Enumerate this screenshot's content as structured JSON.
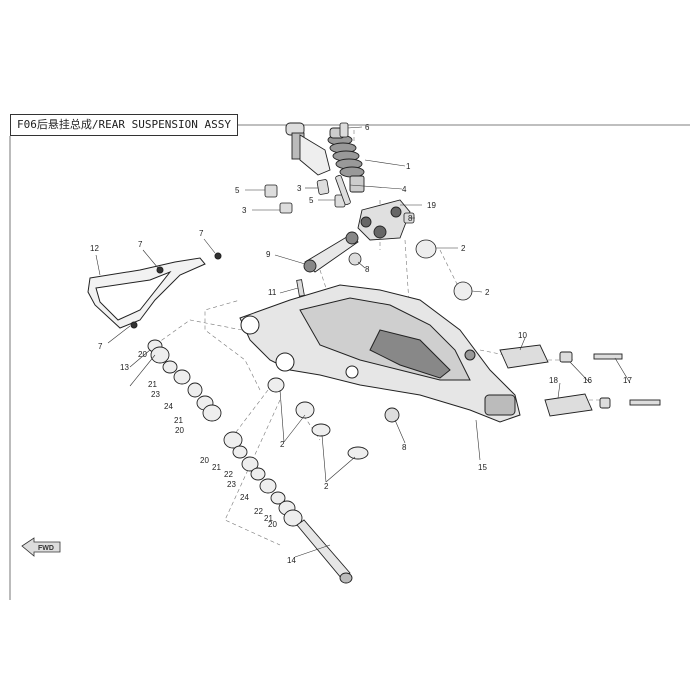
{
  "title": "F06后悬挂总成/REAR SUSPENSION  ASSY",
  "fwd_label": "FWD",
  "callouts": [
    {
      "id": "c1",
      "label": "1"
    },
    {
      "id": "c2a",
      "label": "2"
    },
    {
      "id": "c2b",
      "label": "2"
    },
    {
      "id": "c2c",
      "label": "2"
    },
    {
      "id": "c2d",
      "label": "2"
    },
    {
      "id": "c3a",
      "label": "3"
    },
    {
      "id": "c3b",
      "label": "3"
    },
    {
      "id": "c4",
      "label": "4"
    },
    {
      "id": "c5a",
      "label": "5"
    },
    {
      "id": "c5b",
      "label": "5"
    },
    {
      "id": "c6",
      "label": "6"
    },
    {
      "id": "c7a",
      "label": "7"
    },
    {
      "id": "c7b",
      "label": "7"
    },
    {
      "id": "c7c",
      "label": "7"
    },
    {
      "id": "c8a",
      "label": "8"
    },
    {
      "id": "c8b",
      "label": "8"
    },
    {
      "id": "c8c",
      "label": "8"
    },
    {
      "id": "c9",
      "label": "9"
    },
    {
      "id": "c10",
      "label": "10"
    },
    {
      "id": "c11",
      "label": "11"
    },
    {
      "id": "c12",
      "label": "12"
    },
    {
      "id": "c13",
      "label": "13"
    },
    {
      "id": "c14",
      "label": "14"
    },
    {
      "id": "c15",
      "label": "15"
    },
    {
      "id": "c16",
      "label": "16"
    },
    {
      "id": "c17",
      "label": "17"
    },
    {
      "id": "c18",
      "label": "18"
    },
    {
      "id": "c19",
      "label": "19"
    },
    {
      "id": "c20a",
      "label": "20"
    },
    {
      "id": "c20b",
      "label": "20"
    },
    {
      "id": "c20c",
      "label": "20"
    },
    {
      "id": "c20d",
      "label": "20"
    },
    {
      "id": "c21a",
      "label": "21"
    },
    {
      "id": "c21b",
      "label": "21"
    },
    {
      "id": "c21c",
      "label": "21"
    },
    {
      "id": "c21d",
      "label": "21"
    },
    {
      "id": "c22a",
      "label": "22"
    },
    {
      "id": "c22b",
      "label": "22"
    },
    {
      "id": "c23a",
      "label": "23"
    },
    {
      "id": "c23b",
      "label": "23"
    },
    {
      "id": "c24a",
      "label": "24"
    },
    {
      "id": "c24b",
      "label": "24"
    }
  ]
}
